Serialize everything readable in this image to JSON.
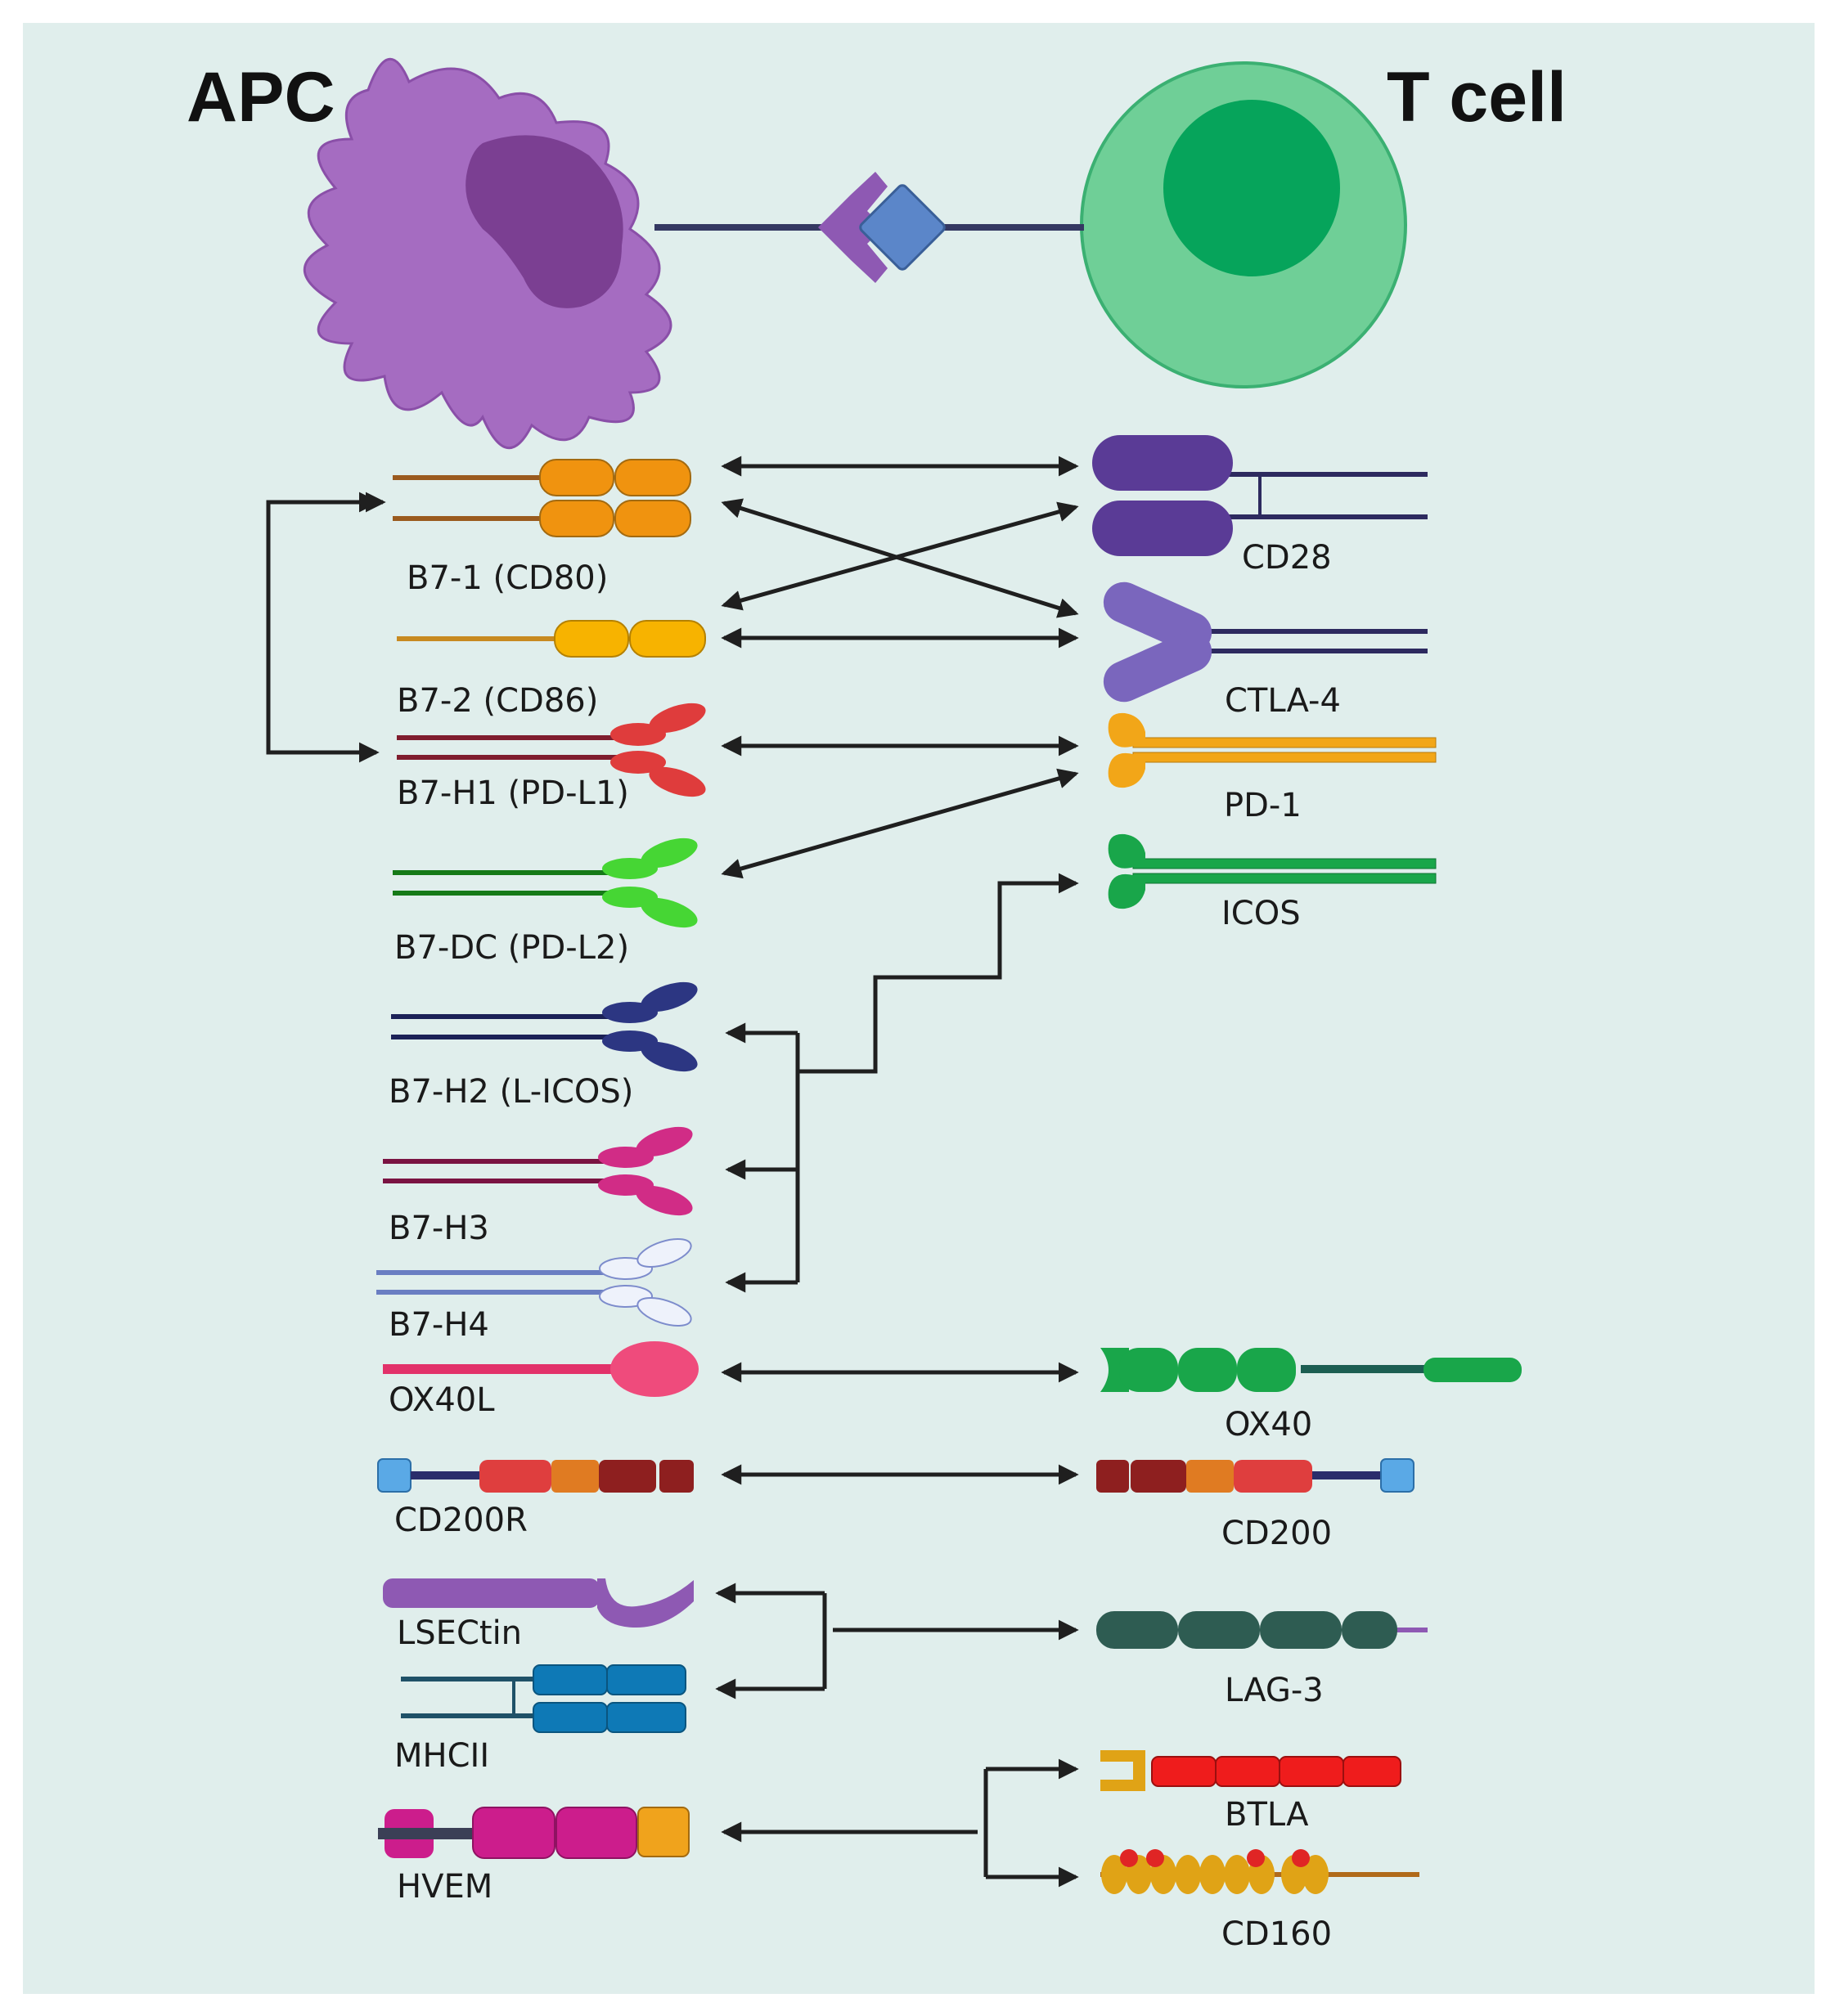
{
  "cells": {
    "apc_title": "APC",
    "tcell_title": "T cell"
  },
  "ligands": [
    {
      "id": "b71",
      "label": "B7-1 (CD80)"
    },
    {
      "id": "b72",
      "label": "B7-2 (CD86)"
    },
    {
      "id": "b7h1",
      "label": "B7-H1 (PD-L1)"
    },
    {
      "id": "b7dc",
      "label": "B7-DC (PD-L2)"
    },
    {
      "id": "b7h2",
      "label": "B7-H2 (L-ICOS)"
    },
    {
      "id": "b7h3",
      "label": "B7-H3"
    },
    {
      "id": "b7h4",
      "label": "B7-H4"
    },
    {
      "id": "ox40l",
      "label": "OX40L"
    },
    {
      "id": "cd200r",
      "label": "CD200R"
    },
    {
      "id": "lsectin",
      "label": "LSECtin"
    },
    {
      "id": "mhcii",
      "label": "MHCII"
    },
    {
      "id": "hvem",
      "label": "HVEM"
    }
  ],
  "receptors": [
    {
      "id": "cd28",
      "label": "CD28"
    },
    {
      "id": "ctla4",
      "label": "CTLA-4"
    },
    {
      "id": "pd1",
      "label": "PD-1"
    },
    {
      "id": "icos",
      "label": "ICOS"
    },
    {
      "id": "ox40",
      "label": "OX40"
    },
    {
      "id": "cd200",
      "label": "CD200"
    },
    {
      "id": "lag3",
      "label": "LAG-3"
    },
    {
      "id": "btla",
      "label": "BTLA"
    },
    {
      "id": "cd160",
      "label": "CD160"
    }
  ],
  "interactions": [
    {
      "from": "B7-1 (CD80)",
      "to": "CD28"
    },
    {
      "from": "B7-1 (CD80)",
      "to": "CTLA-4"
    },
    {
      "from": "B7-2 (CD86)",
      "to": "CD28"
    },
    {
      "from": "B7-2 (CD86)",
      "to": "CTLA-4"
    },
    {
      "from": "B7-1 (CD80)",
      "to": "B7-H1 (PD-L1)"
    },
    {
      "from": "B7-H1 (PD-L1)",
      "to": "PD-1"
    },
    {
      "from": "B7-DC (PD-L2)",
      "to": "PD-1"
    },
    {
      "from": "B7-H2 (L-ICOS)",
      "to": "ICOS"
    },
    {
      "from": "B7-H3",
      "to": "ICOS"
    },
    {
      "from": "B7-H4",
      "to": "ICOS"
    },
    {
      "from": "OX40L",
      "to": "OX40"
    },
    {
      "from": "CD200R",
      "to": "CD200"
    },
    {
      "from": "LSECtin",
      "to": "LAG-3"
    },
    {
      "from": "MHCII",
      "to": "LAG-3"
    },
    {
      "from": "HVEM",
      "to": "BTLA"
    },
    {
      "from": "HVEM",
      "to": "CD160"
    }
  ],
  "colors": {
    "background": "#e0eeec",
    "apc": "#a56cc1",
    "apc_nucleus": "#7b3f92",
    "tcell": "#6fcf97",
    "tcell_nucleus": "#06a45b",
    "arrow": "#1f1f1f",
    "link": "#343862",
    "mhc_diamond": "#5b86c9",
    "tcr_receptor": "#8e59b3"
  }
}
